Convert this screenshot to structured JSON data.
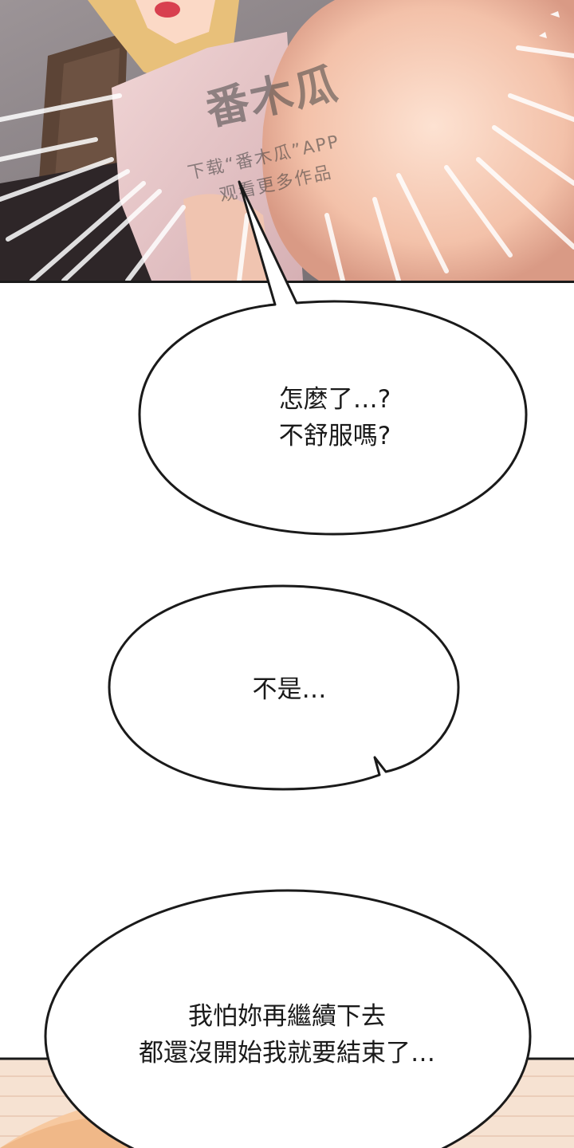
{
  "panel_top": {
    "watermark_brand": "番木瓜",
    "watermark_line1": "下载“番木瓜”APP",
    "watermark_line2": "观看更多作品"
  },
  "bubbles": {
    "first": "怎麼了…?\n不舒服嗎?",
    "second": "不是…",
    "third": "我怕妳再繼續下去\n都還沒開始我就要結束了…"
  },
  "colors": {
    "skin": "#f2c0a8",
    "shirt": "#e8c6c8",
    "hair": "#e8c07a",
    "background_stripe": "#8a8488",
    "floor_pattern": "#f4dcc8"
  }
}
